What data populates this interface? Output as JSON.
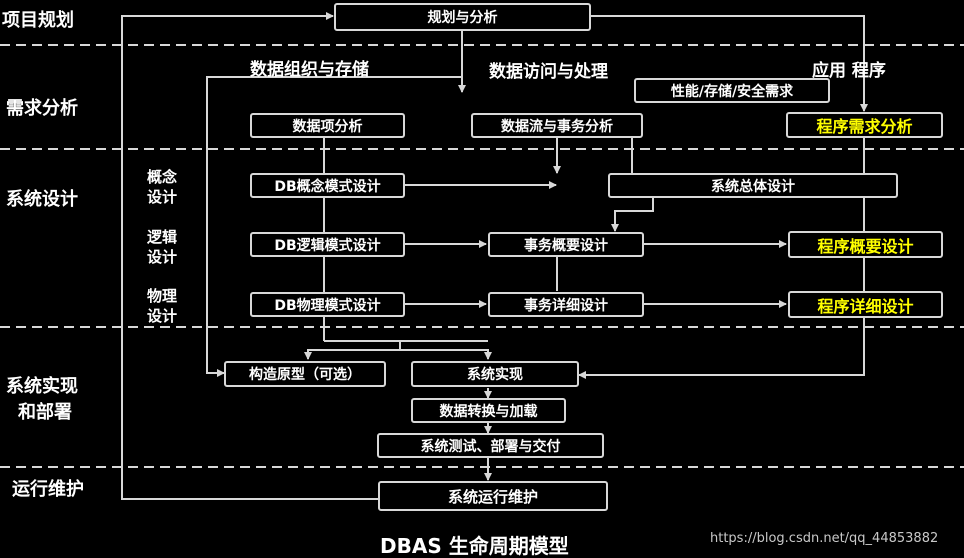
{
  "phases": {
    "project_planning": "项目规划",
    "requirements_analysis": "需求分析",
    "system_design": "系统设计",
    "implementation": [
      "系统实现",
      "和部署"
    ],
    "operation": "运行维护"
  },
  "design_levels": {
    "conceptual": [
      "概念",
      "设计"
    ],
    "logical": [
      "逻辑",
      "设计"
    ],
    "physical": [
      "物理",
      "设计"
    ]
  },
  "columns": {
    "data_org": "数据组织与存储",
    "data_access": "数据访问与处理",
    "application": "应用 程序"
  },
  "boxes": {
    "planning": "规划与分析",
    "perf_req": "性能/存储/安全需求",
    "data_item_analysis": "数据项分析",
    "dataflow_analysis": "数据流与事务分析",
    "program_req_analysis": "程序需求分析",
    "db_conceptual": "DB概念模式设计",
    "system_overall_design": "系统总体设计",
    "db_logical": "DB逻辑模式设计",
    "transaction_outline": "事务概要设计",
    "program_outline": "程序概要设计",
    "db_physical": "DB物理模式设计",
    "transaction_detail": "事务详细设计",
    "program_detail": "程序详细设计",
    "prototype": "构造原型（可选）",
    "system_impl": "系统实现",
    "data_conversion": "数据转换与加载",
    "system_test": "系统测试、部署与交付",
    "system_maintenance": "系统运行维护"
  },
  "caption": "DBAS 生命周期模型",
  "watermark": "https://blog.csdn.net/qq_44853882",
  "colors": {
    "highlight": "#ffff00",
    "line": "#d8d8d8",
    "background": "#000000"
  }
}
